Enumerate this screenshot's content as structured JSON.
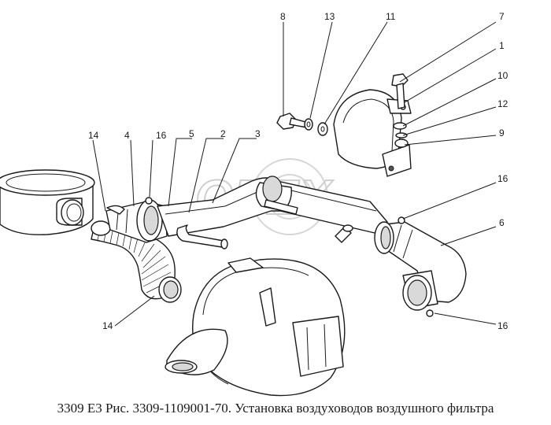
{
  "caption": "3309 Е3 Рис. 3309-1109001-70. Установка воздуховодов воздушного фильтра",
  "watermark": "OPEX",
  "callouts": [
    "14",
    "4",
    "16",
    "5",
    "2",
    "3",
    "8",
    "13",
    "11",
    "7",
    "1",
    "10",
    "12",
    "9",
    "16",
    "6",
    "16",
    "14"
  ],
  "colors": {
    "line": "#1a1a1a",
    "watermark": "#cfcfcf",
    "background": "#ffffff"
  }
}
